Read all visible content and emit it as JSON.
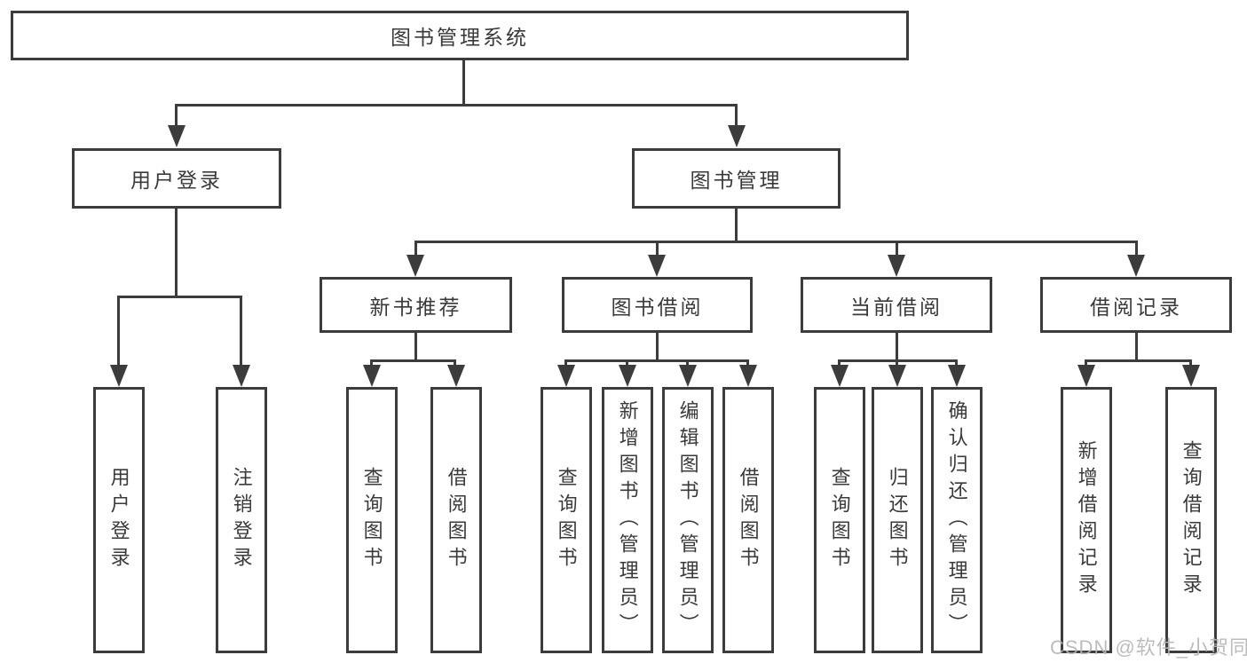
{
  "diagram": {
    "root": {
      "label": "图书管理系统"
    },
    "branches": [
      {
        "label": "用户登录",
        "children": [
          {
            "label": "用户登录"
          },
          {
            "label": "注销登录"
          }
        ]
      },
      {
        "label": "图书管理",
        "children": [
          {
            "label": "新书推荐",
            "children": [
              {
                "label": "查询图书"
              },
              {
                "label": "借阅图书"
              }
            ]
          },
          {
            "label": "图书借阅",
            "children": [
              {
                "label": "查询图书"
              },
              {
                "label": "新增图书（管理员）"
              },
              {
                "label": "编辑图书（管理员）"
              },
              {
                "label": "借阅图书"
              }
            ]
          },
          {
            "label": "当前借阅",
            "children": [
              {
                "label": "查询图书"
              },
              {
                "label": "归还图书"
              },
              {
                "label": "确认归还（管理员）"
              }
            ]
          },
          {
            "label": "借阅记录",
            "children": [
              {
                "label": "新增借阅记录"
              },
              {
                "label": "查询借阅记录"
              }
            ]
          }
        ]
      }
    ]
  },
  "watermark": {
    "text": "CSDN @软件_小贺同学"
  },
  "colors": {
    "line": "#3c3c3c",
    "box_border": "#3c3c3c",
    "text": "#3a3a3a",
    "background": "#ffffff",
    "watermark": "#b5b5b5"
  }
}
